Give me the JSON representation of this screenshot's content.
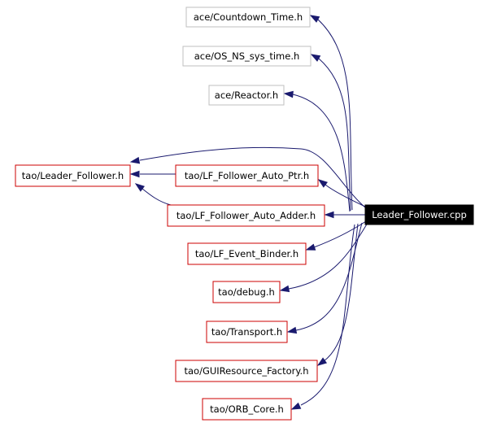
{
  "diagram": {
    "root": {
      "label": "Leader_Follower.cpp",
      "style": "root"
    },
    "nodes": [
      {
        "id": "countdown",
        "label": "ace/Countdown_Time.h",
        "style": "undocumented"
      },
      {
        "id": "os_ns",
        "label": "ace/OS_NS_sys_time.h",
        "style": "undocumented"
      },
      {
        "id": "reactor",
        "label": "ace/Reactor.h",
        "style": "undocumented"
      },
      {
        "id": "leader_follower",
        "label": "tao/Leader_Follower.h",
        "style": "documented"
      },
      {
        "id": "lf_auto_ptr",
        "label": "tao/LF_Follower_Auto_Ptr.h",
        "style": "documented"
      },
      {
        "id": "lf_auto_adder",
        "label": "tao/LF_Follower_Auto_Adder.h",
        "style": "documented"
      },
      {
        "id": "lf_event_binder",
        "label": "tao/LF_Event_Binder.h",
        "style": "documented"
      },
      {
        "id": "debug",
        "label": "tao/debug.h",
        "style": "documented"
      },
      {
        "id": "transport",
        "label": "tao/Transport.h",
        "style": "documented"
      },
      {
        "id": "guiresource",
        "label": "tao/GUIResource_Factory.h",
        "style": "documented"
      },
      {
        "id": "orb_core",
        "label": "tao/ORB_Core.h",
        "style": "documented"
      }
    ],
    "edges": [
      {
        "from": "root",
        "to": "countdown"
      },
      {
        "from": "root",
        "to": "os_ns"
      },
      {
        "from": "root",
        "to": "reactor"
      },
      {
        "from": "root",
        "to": "leader_follower"
      },
      {
        "from": "root",
        "to": "lf_auto_ptr"
      },
      {
        "from": "root",
        "to": "lf_auto_adder"
      },
      {
        "from": "root",
        "to": "lf_event_binder"
      },
      {
        "from": "root",
        "to": "debug"
      },
      {
        "from": "root",
        "to": "transport"
      },
      {
        "from": "root",
        "to": "guiresource"
      },
      {
        "from": "root",
        "to": "orb_core"
      },
      {
        "from": "lf_auto_ptr",
        "to": "leader_follower"
      },
      {
        "from": "lf_auto_adder",
        "to": "leader_follower"
      }
    ],
    "colors": {
      "edge": "#1a1a6e",
      "documented_border": "#cc0000",
      "undocumented_border": "#bfbfbf",
      "root_fill": "#000000",
      "root_text": "#ffffff"
    }
  }
}
